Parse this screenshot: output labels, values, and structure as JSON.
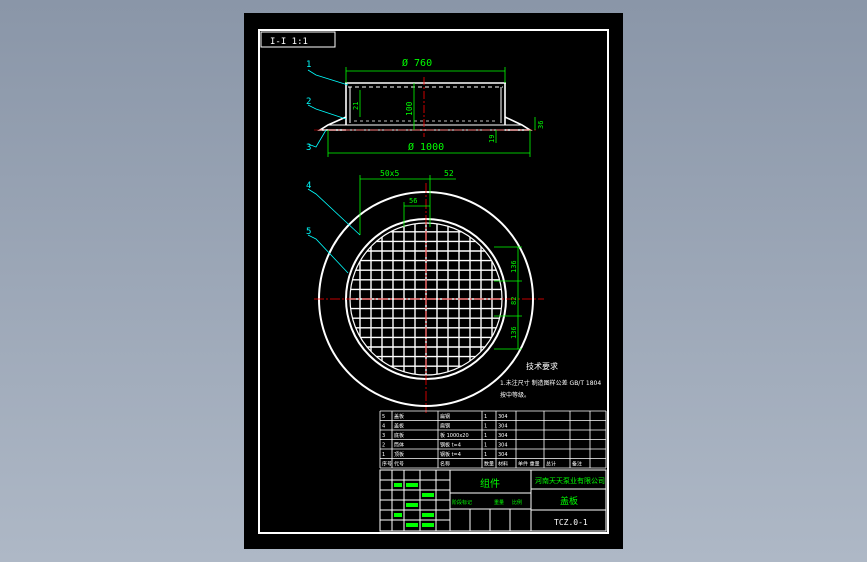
{
  "colors": {
    "background": "#9aa5b5",
    "sheet": "#000000",
    "linework": "#ffffff",
    "dimension": "#00ff00",
    "leader": "#00ffff",
    "centerline": "#ff0000",
    "title_text": "#00ff00"
  },
  "section_label": "I-I 1:1",
  "dimensions": {
    "top_diameter": "Ø 760",
    "height_100": "100",
    "height_21": "21",
    "rim_19": "19",
    "height_36": "36",
    "base_diameter": "Ø 1000",
    "grid_pitch": "50x5",
    "grid_52": "52",
    "grid_56": "56",
    "right_136a": "136",
    "right_82": "82",
    "right_136b": "136"
  },
  "part_labels": [
    "1",
    "2",
    "3",
    "4",
    "5"
  ],
  "notes": {
    "heading": "技术要求",
    "line1": "1.未注尺寸 制造图样公差 GB/T 1804",
    "line2": "按中等级。"
  },
  "bom": {
    "rows": [
      {
        "no": "5",
        "name": "盖板",
        "spec": "扁钢",
        "qty": "1",
        "mat": "304"
      },
      {
        "no": "4",
        "name": "盖板",
        "spec": "扁钢",
        "qty": "1",
        "mat": "304"
      },
      {
        "no": "3",
        "name": "底板",
        "spec": "板 1000x20",
        "qty": "1",
        "mat": "304"
      },
      {
        "no": "2",
        "name": "筒体",
        "spec": "钢板 t=4",
        "qty": "1",
        "mat": "304"
      },
      {
        "no": "1",
        "name": "顶板",
        "spec": "钢板 t=4",
        "qty": "1",
        "mat": "304"
      }
    ],
    "header": {
      "no": "序号",
      "name": "代号",
      "spec": "名称",
      "qty": "数量",
      "mat": "材料",
      "unit": "单件 重量",
      "total": "总计",
      "note": "备注"
    }
  },
  "title_block": {
    "part_name": "组件",
    "company": "河南天天泵业有限公司",
    "drawing_title": "盖板",
    "drawing_no": "TCZ.0-1",
    "stage_label": "阶段标记",
    "weight_label": "重量",
    "scale_label": "比例"
  }
}
